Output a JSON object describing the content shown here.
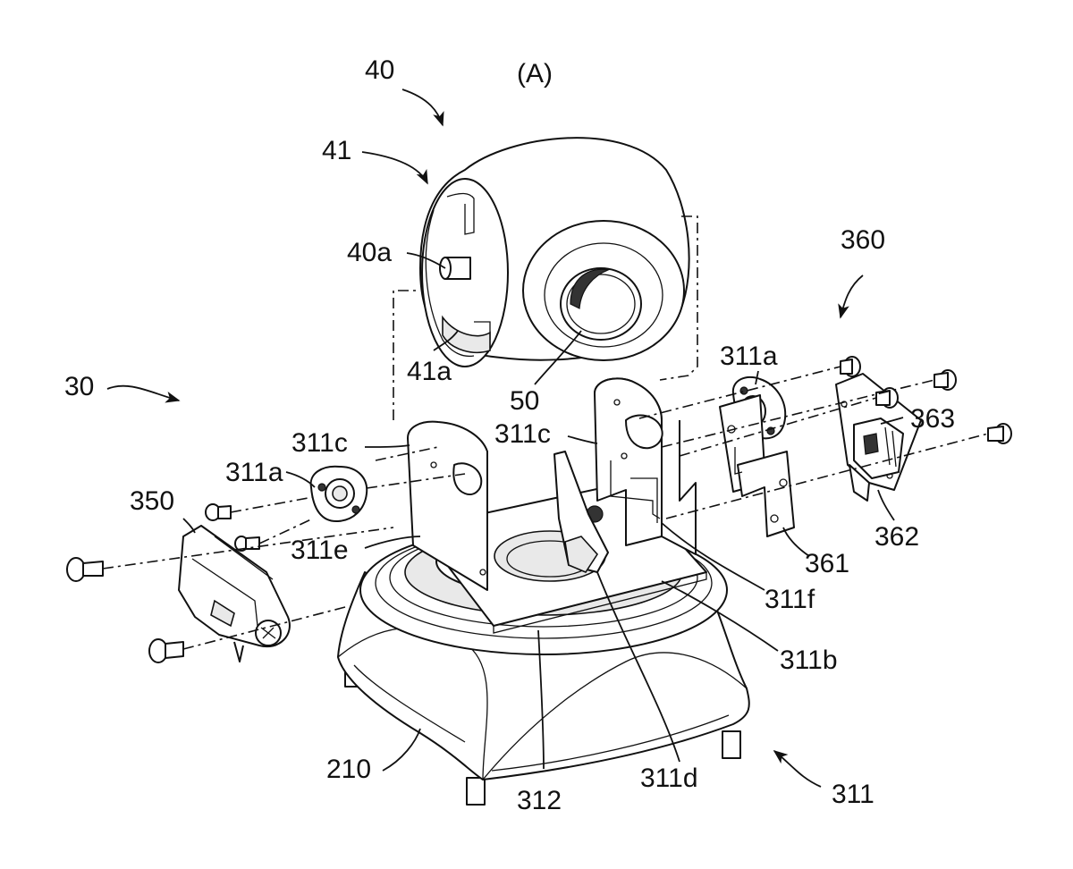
{
  "figure": {
    "view_label": "(A)",
    "labels": {
      "l40": "40",
      "l41": "41",
      "l40a": "40a",
      "l41a": "41a",
      "l50": "50",
      "l30": "30",
      "l360": "360",
      "l311a_right": "311a",
      "l311a_left": "311a",
      "l311c_left": "311c",
      "l311c_right": "311c",
      "l350": "350",
      "l311e": "311e",
      "l363": "363",
      "l362": "362",
      "l361": "361",
      "l311f": "311f",
      "l311b": "311b",
      "l210": "210",
      "l312": "312",
      "l311d": "311d",
      "l311": "311"
    }
  }
}
